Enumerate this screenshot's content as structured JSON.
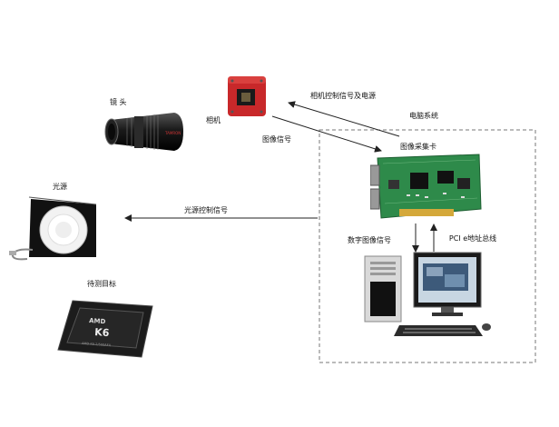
{
  "labels": {
    "lens": "镜 头",
    "camera": "相机",
    "camera_control_signal": "相机控制信号及电源",
    "computer_system": "电脑系统",
    "image_signal": "图像信号",
    "frame_grabber": "图像采集卡",
    "light_source": "光源",
    "light_control_signal": "光源控制信号",
    "digital_image_signal": "数字图像信号",
    "pci_bus": "PCI e地址总线",
    "target": "待测目标"
  },
  "chip_text": {
    "brand": "AMD",
    "model": "K6",
    "subtext": "AMD-K6-2/500AFX"
  },
  "colors": {
    "camera_red": "#c8282a",
    "pcb_green": "#2e8a4a",
    "dashed_border": "#777777",
    "arrow": "#222222"
  }
}
